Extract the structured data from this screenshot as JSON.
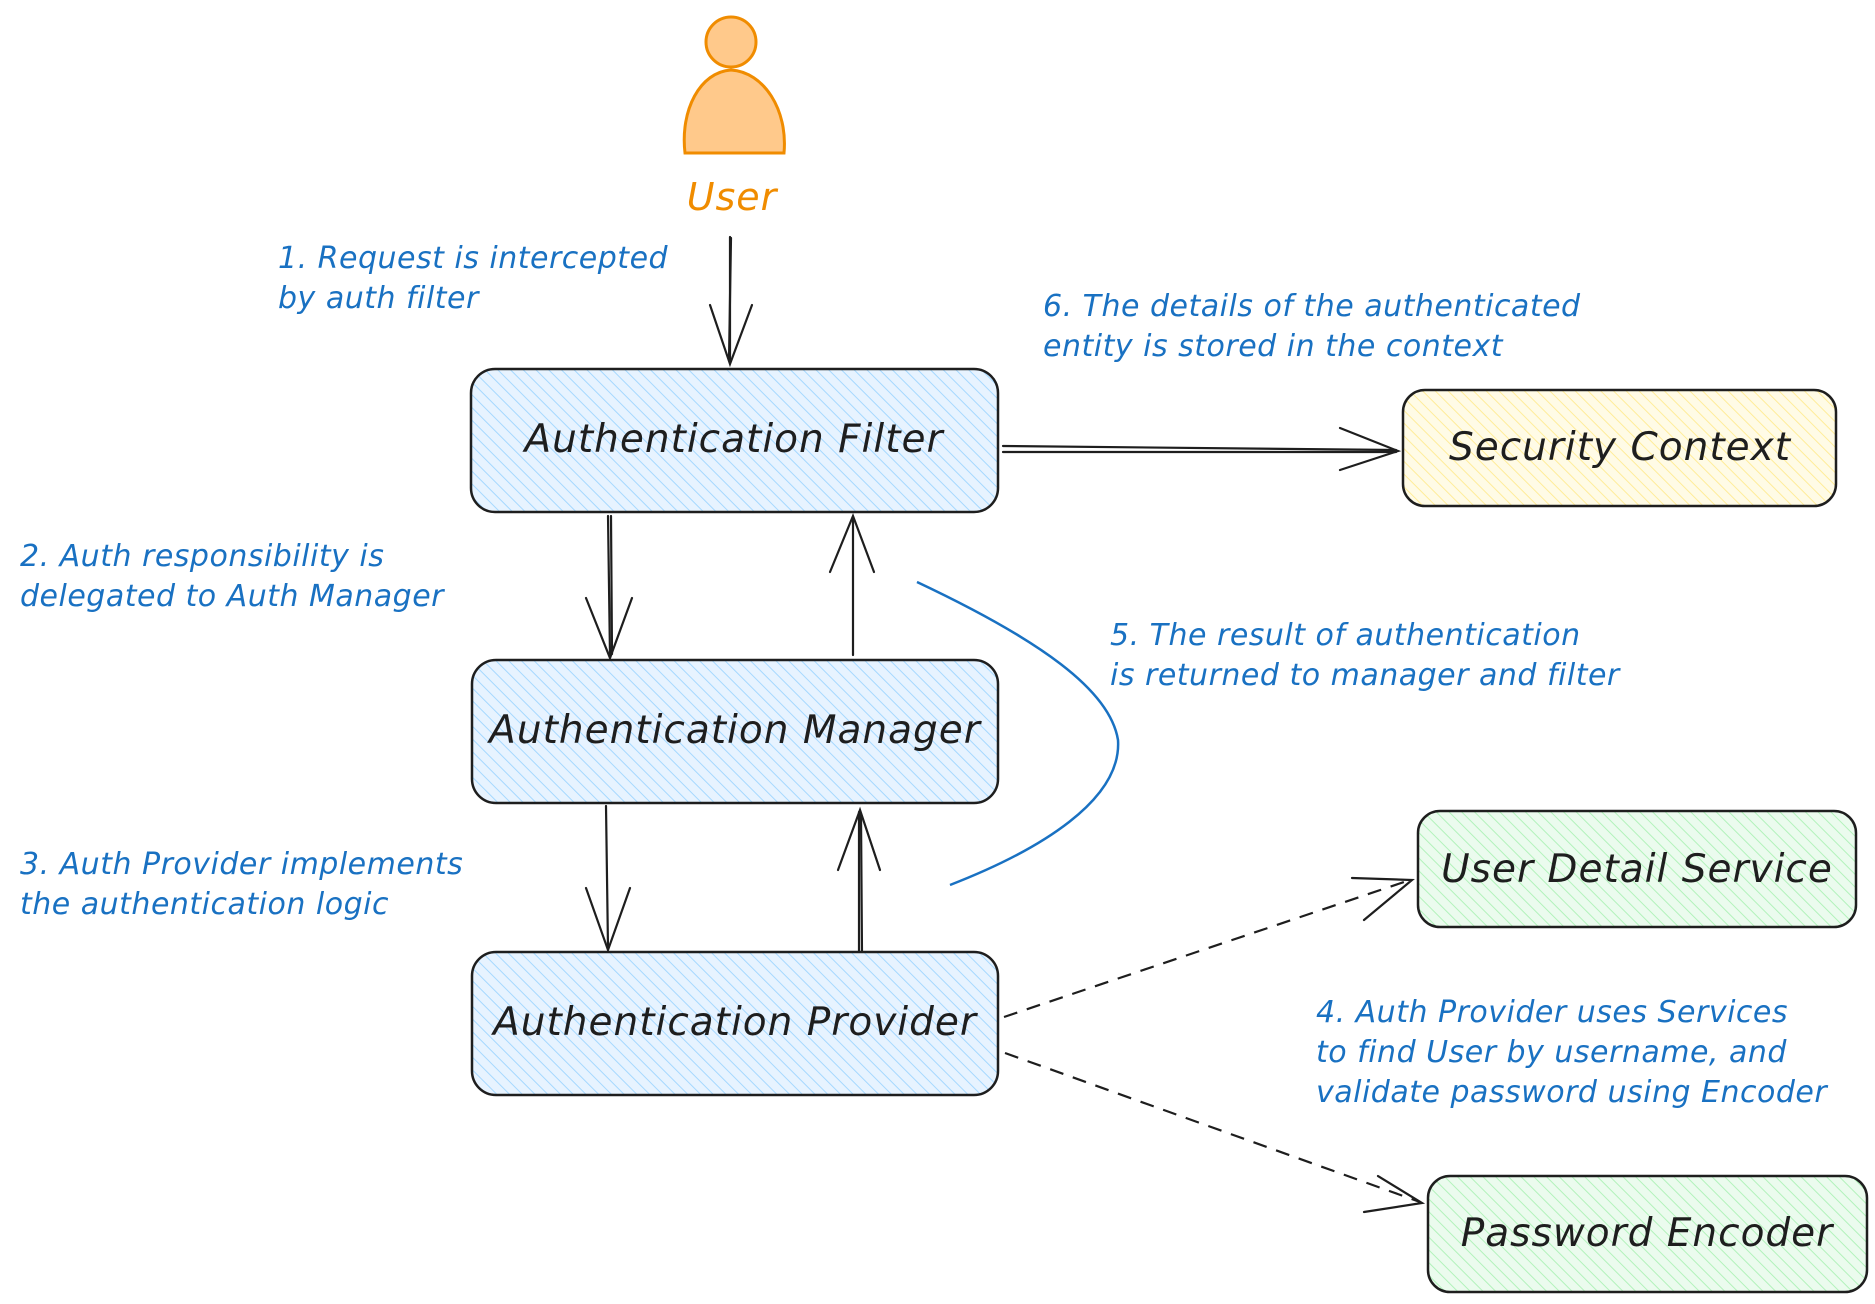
{
  "colors": {
    "stroke": "#1e1e1e",
    "note": "#1971c2",
    "user": "#f08c00",
    "user_fill": "#ffc98b",
    "blue_fill": "#a5d8ff",
    "yellow_fill": "#ffec99",
    "green_fill": "#b2f2bb"
  },
  "actor": {
    "label": "User",
    "icon": "person-icon"
  },
  "boxes": {
    "auth_filter": "Authentication Filter",
    "auth_manager": "Authentication Manager",
    "auth_provider": "Authentication Provider",
    "security_context": "Security Context",
    "user_detail_service": "User Detail Service",
    "password_encoder": "Password Encoder"
  },
  "notes": {
    "step1": [
      "1. Request is intercepted",
      "by auth filter"
    ],
    "step2": [
      "2. Auth responsibility is",
      "delegated to Auth Manager"
    ],
    "step3": [
      "3. Auth Provider implements",
      "the authentication logic"
    ],
    "step4": [
      "4. Auth Provider uses Services",
      "to find User by username, and",
      "validate password using Encoder"
    ],
    "step5": [
      "5. The result of authentication",
      "is returned to manager and filter"
    ],
    "step6": [
      "6. The details of the authenticated",
      "entity is stored in the context"
    ]
  }
}
